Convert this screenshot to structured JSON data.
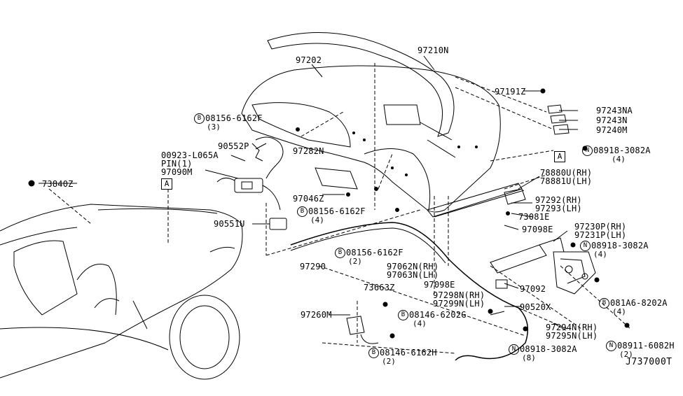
{
  "diagram_code": "J737000T",
  "ref_mark": "A",
  "labels": {
    "p97210N": "97210N",
    "p97202": "97202",
    "p97191Z": "97191Z",
    "p97243NA": "97243NA",
    "p97243N": "97243N",
    "p97240M": "97240M",
    "p08918_top": "08918-3082A",
    "p08918_top_qty": "(4)",
    "p08156_a": "08156-6162F",
    "p08156_a_qty": "(3)",
    "p90552P": "90552P",
    "p00923": "00923-L065A",
    "p_pin": "PIN(1)",
    "p97090M": "97090M",
    "p97282N": "97282N",
    "p78880U": "78880U(RH)",
    "p78881U": "78881U(LH)",
    "p73840Z": "73840Z",
    "p97046Z": "97046Z",
    "p08156_b": "08156-6162F",
    "p08156_b_qty": "(4)",
    "p97292": "97292(RH)",
    "p97293": "97293(LH)",
    "p73081E": "73081E",
    "p90551U": "90551U",
    "p97098E_r": "97098E",
    "p97230P": "97230P(RH)",
    "p97231P": "97231P(LH)",
    "p08918_mid": "08918-3082A",
    "p08918_mid_qty": "(4)",
    "p08156_c": "08156-6162F",
    "p08156_c_qty": "(2)",
    "p97290": "97290",
    "p97062N": "97062N(RH)",
    "p97063N": "97063N(LH)",
    "p97098E_l": "97098E",
    "p97092": "97092",
    "p73663Z": "73663Z",
    "p97298N": "97298N(RH)",
    "p97299N": "97299N(LH)",
    "p081A6": "081A6-8202A",
    "p081A6_qty": "(4)",
    "p97260M": "97260M",
    "p08146_a": "08146-6202G",
    "p08146_a_qty": "(4)",
    "p90520X": "90520X",
    "p97294N": "97294N(RH)",
    "p97295N": "97295N(LH)",
    "p08911": "08911-6082H",
    "p08911_qty": "(2)",
    "p08146_b": "08146-6162H",
    "p08146_b_qty": "(2)",
    "p08918_bot": "08918-3082A",
    "p08918_bot_qty": "(8)"
  },
  "markers": {
    "B": "B",
    "N": "N"
  }
}
